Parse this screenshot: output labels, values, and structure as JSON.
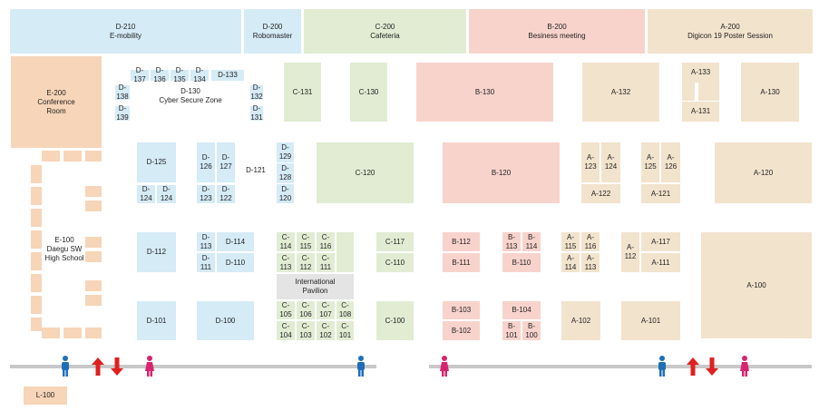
{
  "colors": {
    "d": "#d5ebf6",
    "c": "#e1ecd3",
    "b": "#f8d3cc",
    "a": "#f2e3cd",
    "e": "#f7d5b8",
    "international": "#e4e4e4",
    "walkway": "#c8c8c8",
    "male": "#1e6fb8",
    "female": "#d6246e",
    "arrows": "#e02020"
  },
  "zones": {
    "d210": {
      "code": "D-210",
      "name": "E-mobility"
    },
    "d200": {
      "code": "D-200",
      "name": "Robomaster"
    },
    "c200": {
      "code": "C-200",
      "name": "Cafeteria"
    },
    "b200": {
      "code": "B-200",
      "name": "Besiness meeting"
    },
    "a200": {
      "code": "A-200",
      "name": "Digicon 19 Poster Session"
    },
    "e200": {
      "code": "E-200",
      "name": "Conference Room"
    },
    "e100": {
      "code": "E-100",
      "name": "Daegu SW High School"
    },
    "l100": {
      "code": "L-100"
    },
    "intl": {
      "name": "International Pavilion"
    },
    "d130": {
      "code": "D-130",
      "name": "Cyber Secure Zone"
    }
  },
  "booths": {
    "d137": "D-137",
    "d136": "D-136",
    "d135": "D-135",
    "d134": "D-134",
    "d133": "D-133",
    "d138": "D-138",
    "d139": "D-139",
    "d132": "D-132",
    "d131": "D-131",
    "c131": "C-131",
    "c130": "C-130",
    "b130": "B-130",
    "a132": "A-132",
    "a133": "A-133",
    "a131": "A-131",
    "a130": "A-130",
    "d129": "D-129",
    "d128": "D-128",
    "d120": "D-120",
    "d125": "D-125",
    "d126": "D-126",
    "d127": "D-127",
    "d121": "D-121",
    "d124a": "D-124",
    "d124b": "D-124",
    "d123": "D-123",
    "d122": "D-122",
    "c120": "C-120",
    "b120": "B-120",
    "a123": "A-123",
    "a124": "A-124",
    "a122": "A-122",
    "a125": "A-125",
    "a126": "A-126",
    "a121": "A-121",
    "a120": "A-120",
    "d112": "D-112",
    "d113": "D-113",
    "d114": "D-114",
    "d111": "D-111",
    "d110": "D-110",
    "c114": "C-114",
    "c115": "C-115",
    "c116": "C-116",
    "c113": "C-113",
    "c112": "C-112",
    "c111": "C-111",
    "c117": "C-117",
    "c110": "C-110",
    "b112": "B-112",
    "b111": "B-111",
    "b113": "B-113",
    "b114": "B-114",
    "b110": "B-110",
    "a115": "A-115",
    "a116": "A-116",
    "a114": "A-114",
    "a113": "A-113",
    "a112": "A-112",
    "a117": "A-117",
    "a111": "A-111",
    "a100": "A-100",
    "d101": "D-101",
    "d100": "D-100",
    "c105": "C-105",
    "c106": "C-106",
    "c107": "C-107",
    "c108": "C-108",
    "c104": "C-104",
    "c103": "C-103",
    "c102": "C-102",
    "c101": "C-101",
    "c100": "C-100",
    "b103": "B-103",
    "b102": "B-102",
    "b104": "B-104",
    "b101": "B-101",
    "b100": "B-100",
    "a102": "A-102",
    "a101": "A-101"
  }
}
